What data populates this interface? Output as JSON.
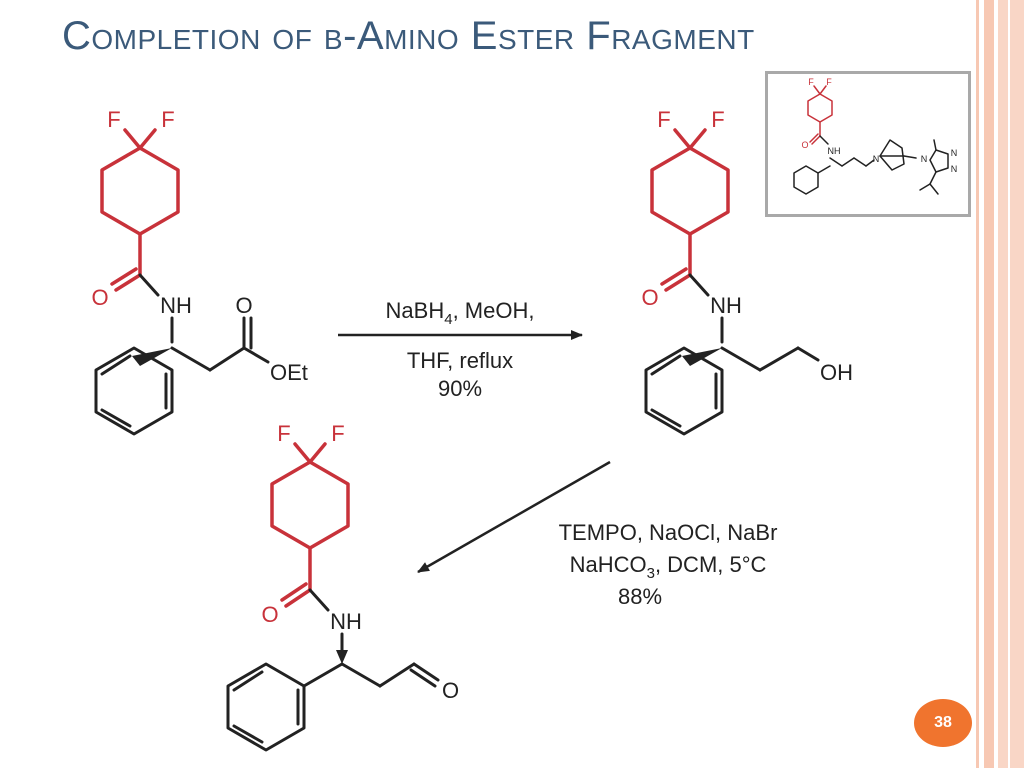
{
  "slide": {
    "title": "Completion of β-Amino Ester Fragment",
    "page_number": "38",
    "colors": {
      "accent_border": "#f7c8b3",
      "title": "#3b5a7a",
      "fragment_red": "#c8323a",
      "badge": "#f0742e"
    }
  },
  "molecules": {
    "ester": {
      "fluorine_1": "F",
      "fluorine_2": "F",
      "amide_oxygen": "O",
      "amine": "NH",
      "ester_oxygen": "O",
      "ethoxy": "OEt"
    },
    "alcohol": {
      "fluorine_1": "F",
      "fluorine_2": "F",
      "amide_oxygen": "O",
      "amine": "NH",
      "hydroxyl": "OH"
    },
    "aldehyde": {
      "fluorine_1": "F",
      "fluorine_2": "F",
      "amide_oxygen": "O",
      "amine": "NH",
      "aldehyde_oxygen": "O"
    }
  },
  "step1": {
    "reagent_line1_prefix": "NaBH",
    "reagent_line1_sub": "4",
    "reagent_line1_suffix": ", MeOH,",
    "reagent_line2": "THF, reflux",
    "yield": "90%"
  },
  "step2": {
    "reagent_line1": "TEMPO, NaOCl, NaBr",
    "reagent_line2_prefix": "NaHCO",
    "reagent_line2_sub": "3",
    "reagent_line2_suffix": ", DCM, 5°C",
    "yield": "88%"
  },
  "inset": {
    "fluorine_1": "F",
    "fluorine_2": "F",
    "amide_oxygen": "O",
    "amine": "NH",
    "ring_n_1": "N",
    "ring_n_2": "N",
    "ring_n_3": "N",
    "bicyclic_n": "N"
  }
}
